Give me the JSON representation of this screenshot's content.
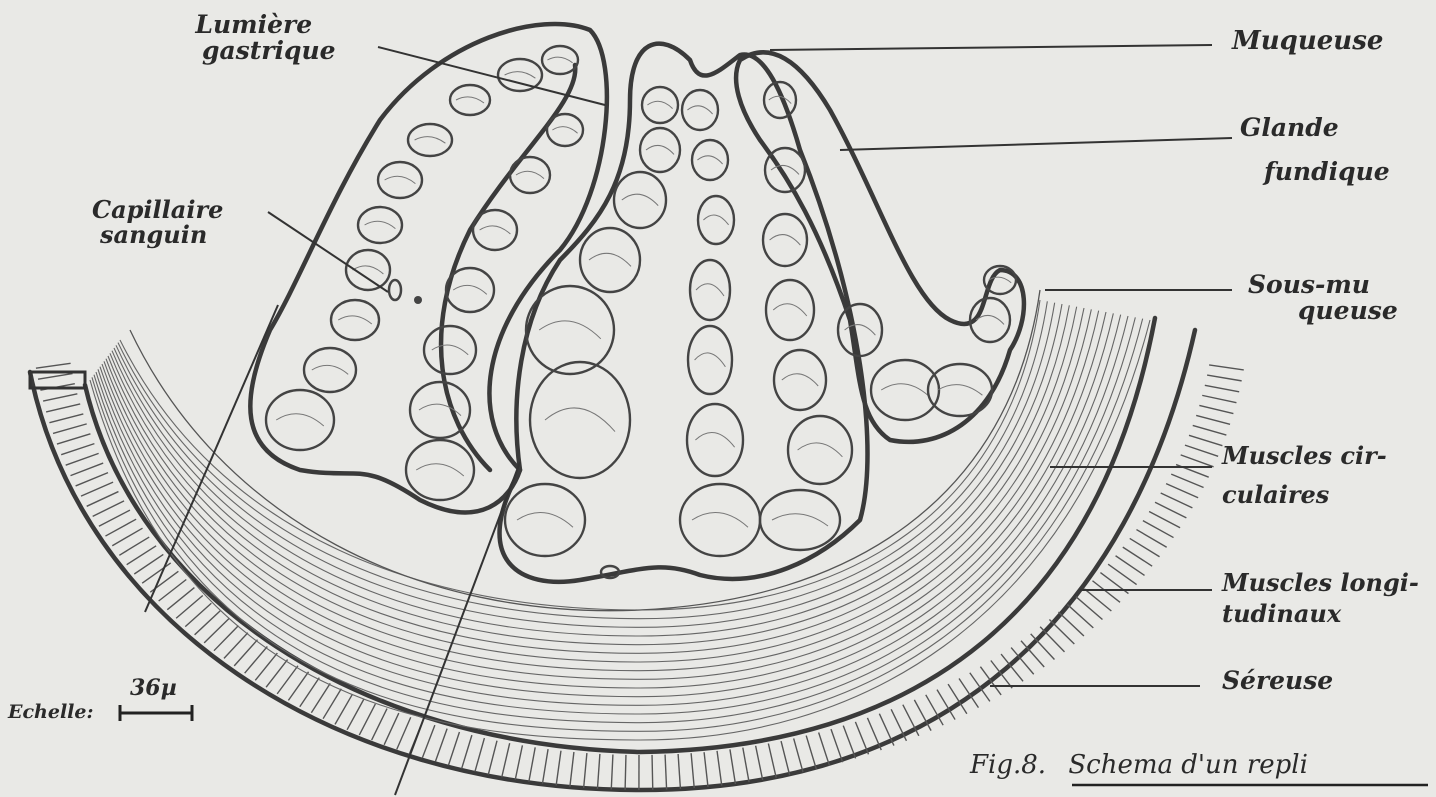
{
  "labels": {
    "lumiere": [
      "Lumière",
      "gastrique"
    ],
    "capillaire": [
      "Capillaire",
      "sanguin"
    ],
    "muqueuse": "Muqueuse",
    "glande": [
      "Glande",
      "fundique"
    ],
    "sous_muqueuse": [
      "Sous-mu",
      "queuse"
    ],
    "circulaires": [
      "Muscles cir-",
      "culaires"
    ],
    "longitudinaux": [
      "Muscles longi-",
      "tudinaux"
    ],
    "sereuse": "Séreuse",
    "echelle": "Echelle:",
    "echelle_value": "36µ",
    "caption_prefix": "Fig.8.",
    "caption_title": "Schema d'un repli"
  },
  "colors": {
    "paper": "#e9e9e6",
    "ink": "#333333"
  }
}
